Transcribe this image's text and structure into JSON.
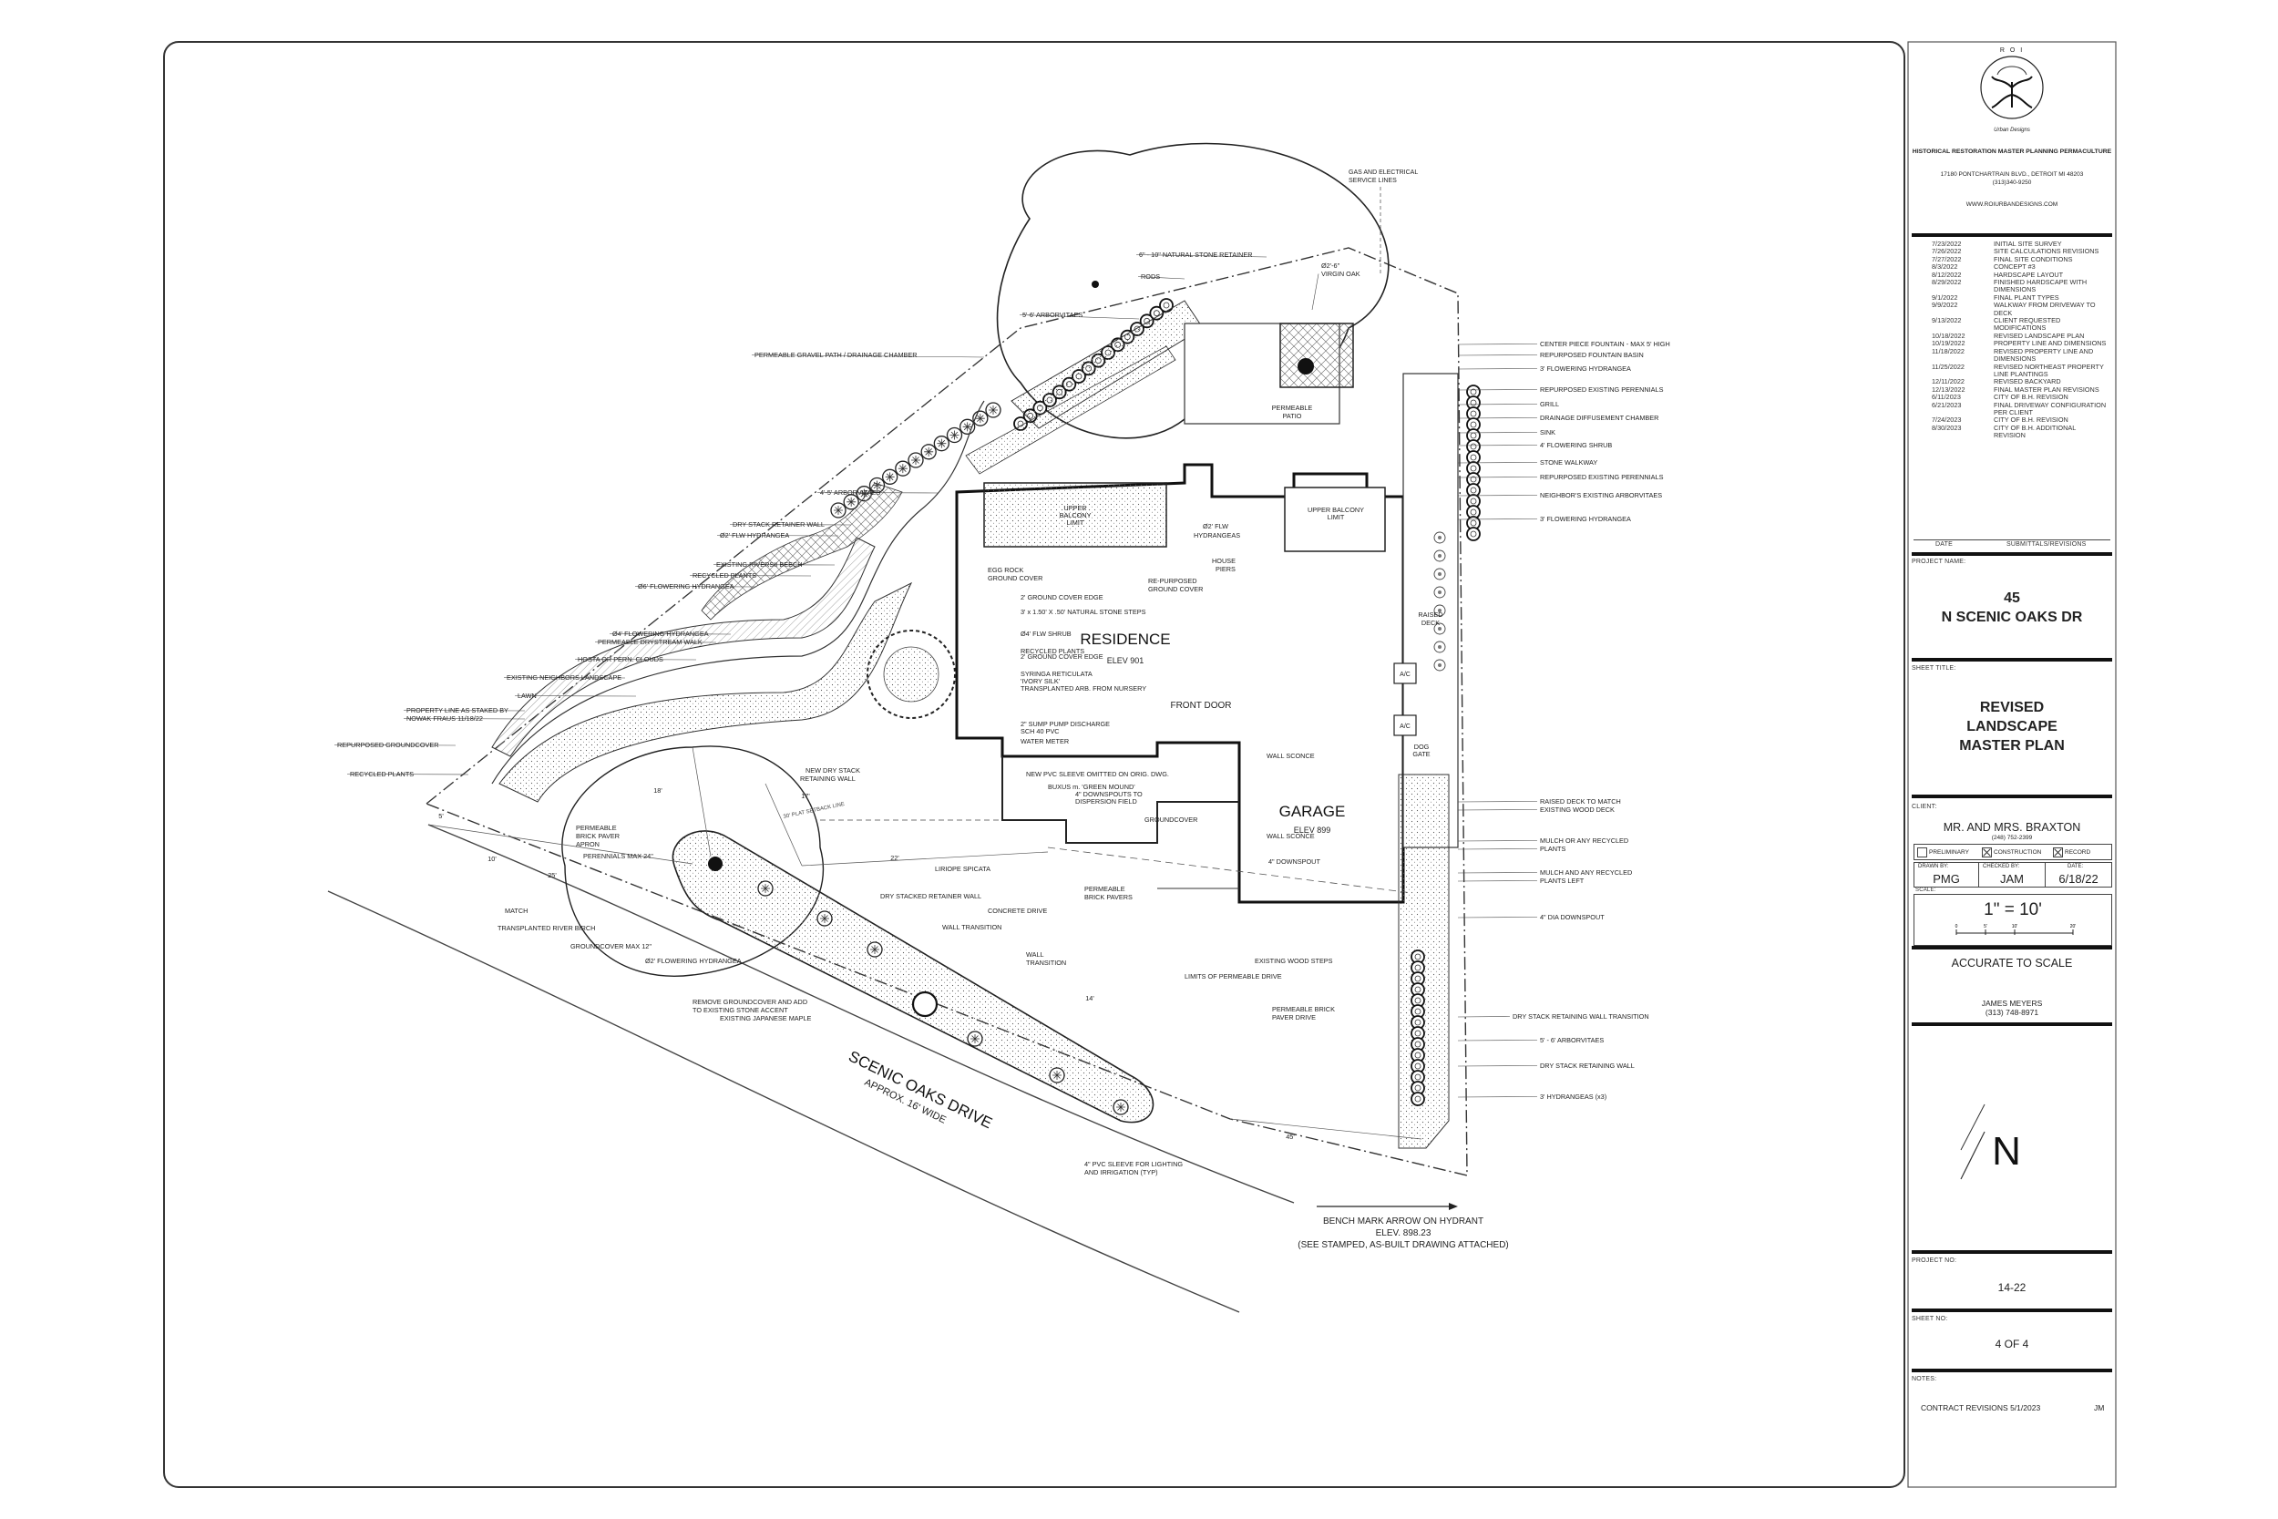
{
  "firm": {
    "logo_line1": "R O I",
    "logo_line2": "Urban Designs",
    "tagline": "HISTORICAL RESTORATION  MASTER PLANNING  PERMACULTURE",
    "address": "17180 PONTCHARTRAIN BLVD., DETROIT MI 48203",
    "phone": "(313)340-9250",
    "website": "WWW.ROIURBANDESIGNS.COM"
  },
  "revisions": [
    {
      "date": "7/23/2022",
      "desc": "INITIAL SITE SURVEY"
    },
    {
      "date": "7/26/2022",
      "desc": "SITE CALCULATIONS  REVISIONS"
    },
    {
      "date": "7/27/2022",
      "desc": "FINAL SITE CONDITIONS"
    },
    {
      "date": "8/3/2022",
      "desc": "CONCEPT #3"
    },
    {
      "date": "8/12/2022",
      "desc": "HARDSCAPE LAYOUT"
    },
    {
      "date": "8/29/2022",
      "desc": "FINISHED HARDSCAPE WITH DIMENSIONS"
    },
    {
      "date": "9/1/2022",
      "desc": "FINAL PLANT TYPES"
    },
    {
      "date": "9/9/2022",
      "desc": "WALKWAY FROM DRIVEWAY TO DECK"
    },
    {
      "date": "9/13/2022",
      "desc": "CLIENT REQUESTED MODIFICATIONS"
    },
    {
      "date": "10/18/2022",
      "desc": "REVISED LANDSCAPE PLAN"
    },
    {
      "date": "10/19/2022",
      "desc": "PROPERTY LINE AND DIMENSIONS"
    },
    {
      "date": "11/18/2022",
      "desc": "REVISED PROPERTY LINE AND DIMENSIONS"
    },
    {
      "date": "11/25/2022",
      "desc": "REVISED NORTHEAST PROPERTY LINE PLANTINGS"
    },
    {
      "date": "12/11/2022",
      "desc": "REVISED BACKYARD"
    },
    {
      "date": "12/13/2022",
      "desc": "FINAL MASTER PLAN REVISIONS"
    },
    {
      "date": "6/11/2023",
      "desc": "CITY OF B.H. REVISION"
    },
    {
      "date": "6/21/2023",
      "desc": "FINAL DRIVEWAY CONFIGURATION PER CLIENT"
    },
    {
      "date": "7/24/2023",
      "desc": "CITY OF B.H. REVISION"
    },
    {
      "date": "8/30/2023",
      "desc": "CITY OF B.H. ADDITIONAL REVISION"
    }
  ],
  "revision_headers": {
    "date": "DATE",
    "desc": "SUBMITTALS/REVISIONS"
  },
  "project_name_label": "PROJECT NAME:",
  "project_name_line1": "45",
  "project_name_line2": "N SCENIC OAKS DR",
  "sheet_title_label": "SHEET TITLE:",
  "sheet_title_line1": "REVISED",
  "sheet_title_line2": "LANDSCAPE",
  "sheet_title_line3": "MASTER PLAN",
  "client_label": "CLIENT:",
  "client_name": "MR. AND MRS. BRAXTON",
  "client_phone": "(248) 752-2399",
  "status": {
    "preliminary": "PRELIMINARY",
    "construction": "CONSTRUCTION",
    "record": "RECORD"
  },
  "drawn_by_label": "DRAWN BY:",
  "drawn_by": "PMG",
  "checked_by_label": "CHECKED BY:",
  "checked_by": "JAM",
  "date_label": "DATE:",
  "date": "6/18/22",
  "scale_label": "SCALE:",
  "scale": "1\" = 10'",
  "scale_bar": [
    "0",
    "5'",
    "10'",
    "20'"
  ],
  "accuracy": "ACCURATE TO SCALE",
  "designer_name": "JAMES MEYERS",
  "designer_phone": "(313) 748-8971",
  "north": "N",
  "project_no_label": "PROJECT NO:",
  "project_no": "14-22",
  "sheet_no_label": "SHEET NO:",
  "sheet_no": "4 OF 4",
  "notes_label": "NOTES:",
  "notes": "CONTRACT REVISIONS 5/1/2023",
  "notes_initials": "JM",
  "plan": {
    "residence": "RESIDENCE",
    "residence_elev": "ELEV 901",
    "garage": "GARAGE",
    "garage_elev": "ELEV 899",
    "front_door": "FRONT DOOR",
    "raised_deck": [
      "RAISED",
      "DECK"
    ],
    "ac": "A/C",
    "dog_gate": [
      "DOG",
      "GATE"
    ],
    "permeable_patio": [
      "PERMEABLE",
      "PATIO"
    ],
    "upper_balcony": [
      "UPPER",
      "BALCONY",
      "LIMIT"
    ],
    "upper_balcony2": [
      "UPPER BALCONY",
      "LIMIT"
    ],
    "street": "SCENIC OAKS DRIVE",
    "street_width": "APPROX. 16' WIDE",
    "benchmark": [
      "BENCH MARK ARROW ON HYDRANT",
      "ELEV. 898.23",
      "(SEE STAMPED, AS-BUILT DRAWING ATTACHED)"
    ],
    "gas_lines": [
      "GAS AND ELECTRICAL",
      "SERVICE LINES"
    ],
    "match": "MATCH",
    "setback": "30' PLAT SETBACK LINE",
    "dims": {
      "d18": "18'",
      "d17": "17'",
      "d22": "22'",
      "d14": "14'",
      "d25": "25'",
      "d45": "45'",
      "d5": "5'",
      "d10": "10'"
    },
    "top_labels": [
      {
        "t": "6\" - 10\" NATURAL STONE RETAINER"
      },
      {
        "t": "RODS"
      },
      {
        "t": "Ø2'-6\""
      },
      {
        "t": "VIRGIN OAK"
      },
      {
        "t": "5'-6' ARBORVITAES"
      },
      {
        "t": "PERMEABLE GRAVEL PATH / DRAINAGE CHAMBER"
      }
    ],
    "right_labels": [
      {
        "t": "CENTER PIECE FOUNTAIN - MAX 5' HIGH"
      },
      {
        "t": "REPURPOSED FOUNTAIN BASIN"
      },
      {
        "t": "3' FLOWERING HYDRANGEA"
      },
      {
        "t": "REPURPOSED EXISTING PERENNIALS"
      },
      {
        "t": "GRILL"
      },
      {
        "t": "DRAINAGE DIFFUSEMENT CHAMBER"
      },
      {
        "t": "SINK"
      },
      {
        "t": "4' FLOWERING SHRUB"
      },
      {
        "t": "STONE WALKWAY"
      },
      {
        "t": "REPURPOSED EXISTING PERENNIALS"
      },
      {
        "t": "NEIGHBOR'S EXISTING ARBORVITAES"
      },
      {
        "t": "3' FLOWERING HYDRANGEA"
      }
    ],
    "left_labels": [
      {
        "t": "4'-5' ARBORVITAES"
      },
      {
        "t": "DRY STACK RETAINER WALL"
      },
      {
        "t": "Ø2' FLW HYDRANGEA"
      },
      {
        "t": "EXISTING RIVERSII BEECH"
      },
      {
        "t": "RECYCLED PLANTS"
      },
      {
        "t": "Ø6' FLOWERING HYDRANGEA"
      },
      {
        "t": "Ø4' FLOWERING HYDRANGEA"
      },
      {
        "t": "PERMEABLE DRYSTREAM WALK"
      },
      {
        "t": "HOSTA OR PERN. CLOUDS"
      },
      {
        "t": "EXISTING NEIGHBORS LANDSCAPE"
      },
      {
        "t": "LAWN"
      },
      {
        "t": "PROPERTY LINE AS STAKED BY"
      },
      {
        "t": "NOWAK FRAUS 11/18/22"
      },
      {
        "t": "REPURPOSED GROUNDCOVER"
      },
      {
        "t": "RECYCLED PLANTS"
      }
    ],
    "mid_labels": [
      {
        "t": "Ø2' FLW"
      },
      {
        "t": "HYDRANGEAS"
      },
      {
        "t": "HOUSE"
      },
      {
        "t": "PIERS"
      },
      {
        "t": "EGG ROCK"
      },
      {
        "t": "GROUND COVER"
      },
      {
        "t": "RE-PURPOSED"
      },
      {
        "t": "GROUND COVER"
      },
      {
        "t": "2' GROUND COVER EDGE"
      },
      {
        "t": "3' x 1.50' X .50' NATURAL STONE STEPS"
      },
      {
        "t": "Ø4' FLW SHRUB"
      },
      {
        "t": "RECYCLED PLANTS"
      },
      {
        "t": "2' GROUND COVER EDGE"
      },
      {
        "t": "SYRINGA RETICULATA"
      },
      {
        "t": "'IVORY SILK'"
      },
      {
        "t": "TRANSPLANTED ARB. FROM NURSERY"
      },
      {
        "t": "2\" SUMP PUMP DISCHARGE"
      },
      {
        "t": "SCH 40 PVC"
      },
      {
        "t": "WATER METER"
      },
      {
        "t": "NEW PVC SLEEVE OMITTED ON ORIG. DWG."
      },
      {
        "t": "BUXUS m. 'GREEN MOUND'"
      },
      {
        "t": "4\" DOWNSPOUTS TO"
      },
      {
        "t": "DISPERSION FIELD"
      },
      {
        "t": "GROUNDCOVER"
      },
      {
        "t": "WALL SCONCE"
      },
      {
        "t": "WALL SCONCE"
      },
      {
        "t": "4\" DOWNSPOUT"
      },
      {
        "t": "NEW DRY STACK"
      },
      {
        "t": "RETAINING WALL"
      },
      {
        "t": "LIRIOPE SPICATA"
      },
      {
        "t": "PERMEABLE"
      },
      {
        "t": "BRICK PAVERS"
      },
      {
        "t": "DRY STACKED RETAINER WALL"
      },
      {
        "t": "CONCRETE DRIVE"
      },
      {
        "t": "WALL TRANSITION"
      },
      {
        "t": "WALL"
      },
      {
        "t": "TRANSITION"
      },
      {
        "t": "EXISTING WOOD STEPS"
      },
      {
        "t": "LIMITS OF PERMEABLE DRIVE"
      },
      {
        "t": "PERMEABLE BRICK"
      },
      {
        "t": "PAVER DRIVE"
      },
      {
        "t": "PERMEABLE"
      },
      {
        "t": "BRICK PAVER"
      },
      {
        "t": "APRON"
      },
      {
        "t": "PERENNIALS MAX 24\""
      },
      {
        "t": "TRANSPLANTED RIVER BIRCH"
      },
      {
        "t": "GROUNDCOVER MAX 12\""
      },
      {
        "t": "Ø2' FLOWERING HYDRANGEA"
      },
      {
        "t": "REMOVE GROUNDCOVER AND ADD"
      },
      {
        "t": "TO EXISTING STONE ACCENT"
      },
      {
        "t": "EXISTING JAPANESE MAPLE"
      },
      {
        "t": "4\" PVC SLEEVE FOR LIGHTING"
      },
      {
        "t": "AND IRRIGATION (TYP)"
      }
    ],
    "east_labels": [
      {
        "t": "RAISED DECK TO MATCH"
      },
      {
        "t": "EXISTING WOOD DECK"
      },
      {
        "t": "MULCH OR ANY RECYCLED"
      },
      {
        "t": "PLANTS"
      },
      {
        "t": "MULCH AND ANY RECYCLED"
      },
      {
        "t": "PLANTS LEFT"
      },
      {
        "t": "4\" DIA DOWNSPOUT"
      },
      {
        "t": "DRY STACK RETAINING WALL TRANSITION"
      },
      {
        "t": "5' - 6' ARBORVITAES"
      },
      {
        "t": "DRY STACK RETAINING WALL"
      },
      {
        "t": "3' HYDRANGEAS (x3)"
      }
    ]
  }
}
